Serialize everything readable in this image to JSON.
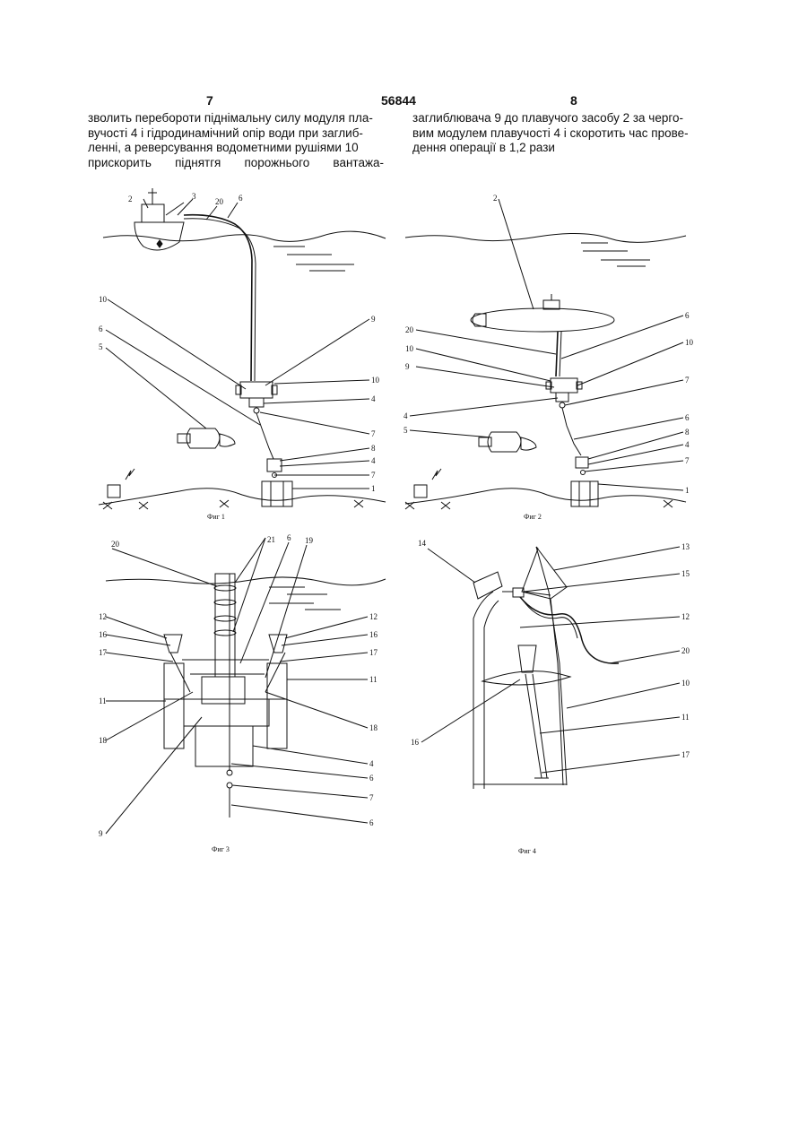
{
  "header": {
    "page_left": "7",
    "patent_number": "56844",
    "page_right": "8"
  },
  "text_left": [
    "зволить перебороти піднімальну силу модуля пла-",
    "вучості 4 і гідродинамічний опір води при заглиб-",
    "ленні, а реверсування водометними рушіями 10",
    "прискорить піднятгя порожнього вантажа-"
  ],
  "text_right": [
    "заглиблювача 9 до плавучого засобу 2 за черго-",
    "вим модулем плавучості 4 і скоротить час прове-",
    "дення операції в 1,2 рази"
  ],
  "captions": {
    "fig1": "Фиг 1",
    "fig2": "Фиг 2",
    "fig3": "Фиг 3",
    "fig4": "Фиг 4"
  },
  "fig1_labels": {
    "l2": "2",
    "l3": "3",
    "l20": "20",
    "l6a": "6",
    "l10a": "10",
    "l6b": "6",
    "l5": "5",
    "l9": "9",
    "l10b": "10",
    "l4a": "4",
    "l7a": "7",
    "l8": "8",
    "l4b": "4",
    "l7b": "7",
    "l1": "1"
  },
  "fig2_labels": {
    "l2": "2",
    "l20": "20",
    "l10a": "10",
    "l9": "9",
    "l4a": "4",
    "l5": "5",
    "l6a": "6",
    "l10b": "10",
    "l7a": "7",
    "l6b": "6",
    "l8": "8",
    "l4b": "4",
    "l7b": "7",
    "l1": "1"
  },
  "fig3_labels": {
    "l20": "20",
    "l21": "21",
    "l6a": "6",
    "l19": "19",
    "l12a": "12",
    "l16a": "16",
    "l17a": "17",
    "l11a": "11",
    "l18a": "18",
    "l9": "9",
    "l12b": "12",
    "l16b": "16",
    "l17b": "17",
    "l11b": "11",
    "l18b": "18",
    "l4": "4",
    "l6b": "6",
    "l7": "7",
    "l6c": "6"
  },
  "fig4_labels": {
    "l14": "14",
    "l13": "13",
    "l15": "15",
    "l12": "12",
    "l20": "20",
    "l10": "10",
    "l11": "11",
    "l17": "17",
    "l16": "16"
  }
}
